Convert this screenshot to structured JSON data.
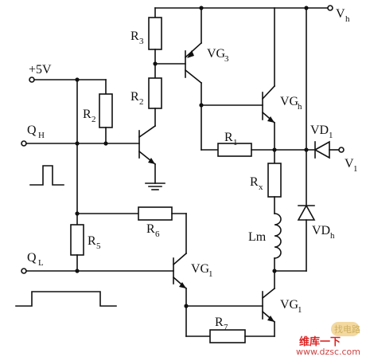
{
  "labels": {
    "vh_main": "V",
    "vh_sub": "h",
    "v1_main": "V",
    "v1_sub": "1",
    "plus5v": "+5V",
    "qh_main": "Q",
    "qh_sub": "H",
    "ql_main": "Q",
    "ql_sub": "L",
    "r1": "R",
    "r1_sub": "1",
    "r2": "R",
    "r2_sub": "2",
    "r3": "R",
    "r3_sub": "3",
    "r5": "R",
    "r5_sub": "5",
    "r6": "R",
    "r6_sub": "6",
    "r7": "R",
    "r7_sub": "7",
    "rx": "R",
    "rx_sub": "x",
    "lm": "Lm",
    "vg3": "VG",
    "vg3_sub": "3",
    "vgh": "VG",
    "vgh_sub": "h",
    "vg1_left": "VG",
    "vg1_left_sub": "1",
    "vg1_right": "VG",
    "vg1_right_sub": "1",
    "vd1": "VD",
    "vd1_sub": "1",
    "vdh": "VD",
    "vdh_sub": "h"
  },
  "watermark": {
    "brand": "维库一下",
    "url": "www.dzsc.com",
    "badge": "找电路"
  }
}
